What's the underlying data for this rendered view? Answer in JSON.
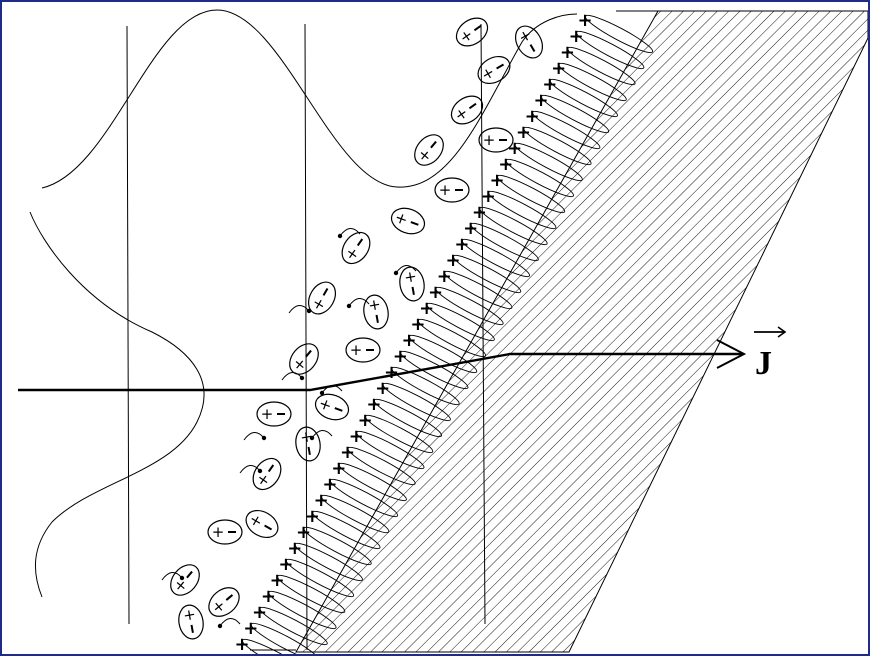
{
  "diagram": {
    "current_label": "J",
    "frame_color": "#1f2a8a",
    "ink_color": "#000000",
    "particle_signs": [
      "+",
      "−"
    ],
    "adsorbed_charge_sign": "+",
    "solid_phase_fill": "hatched",
    "arrow_direction": "right"
  }
}
